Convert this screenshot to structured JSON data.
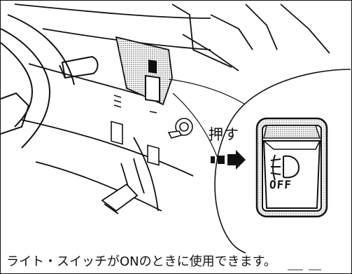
{
  "labels": {
    "push": "押す",
    "caption": "ライト・スイッチがONのときに使用できます。"
  },
  "switch": {
    "off_label": "OFF",
    "icon": "fog-light-icon"
  },
  "arrow": {
    "icon": "push-arrow-icon"
  },
  "colors": {
    "line": "#111111",
    "background": "#ffffff",
    "shade": "#9a9a9a"
  }
}
